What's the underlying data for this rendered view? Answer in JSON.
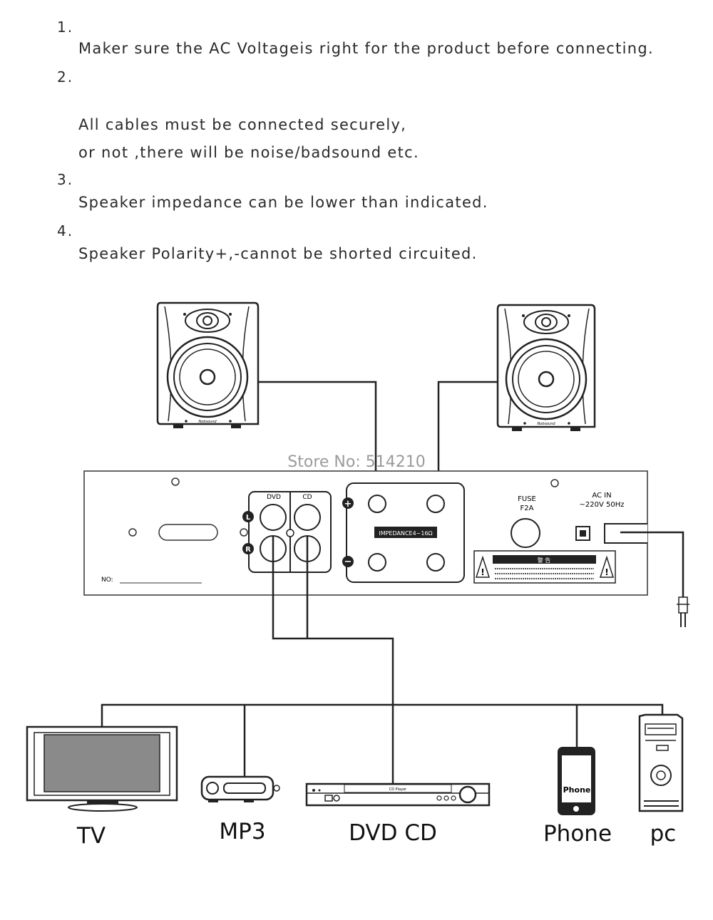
{
  "instructions": [
    {
      "number": "1.",
      "lines": [
        "Maker sure the AC Voltageis right for the product before connecting."
      ]
    },
    {
      "number": "2.",
      "lines": [
        "All cables must be connected securely,",
        "or not ,there will be noise/badsound etc."
      ]
    },
    {
      "number": "3.",
      "lines": [
        "Speaker impedance can be lower than indicated."
      ]
    },
    {
      "number": "4.",
      "lines": [
        "Speaker Polarity+,-cannot be shorted circuited."
      ]
    }
  ],
  "watermark": "Store No: 514210",
  "speaker_brand": "Nobsound",
  "amp_panel": {
    "input_dvd": "DVD",
    "input_cd": "CD",
    "left_channel": "L",
    "right_channel": "R",
    "impedance": "IMPEDANCE4~16Ω",
    "plus": "+",
    "minus": "−",
    "fuse_line1": "FUSE",
    "fuse_line2": "F2A",
    "ac_line1": "AC IN",
    "ac_line2": "~220V 50Hz",
    "serial_label": "NO:",
    "warning_title": "警 告"
  },
  "devices": {
    "tv": "TV",
    "mp3": "MP3",
    "dvd_cd": "DVD CD",
    "dvd_player_text": "CD Player",
    "phone": "Phone",
    "phone_screen": "Phone",
    "pc": "pc"
  }
}
